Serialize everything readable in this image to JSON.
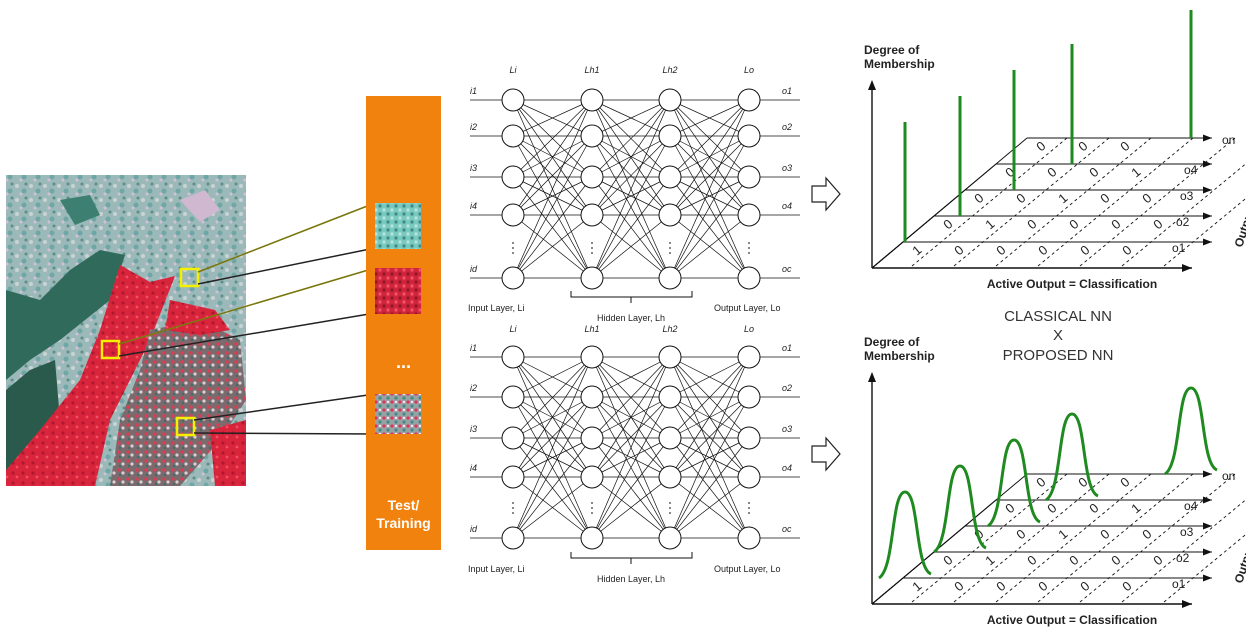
{
  "panel": {
    "label_line1": "Test/",
    "label_line2": "Training",
    "dots": "..."
  },
  "networks": [
    {
      "id": "classical",
      "inputs": [
        "i1",
        "i2",
        "i3",
        "i4",
        "",
        "id"
      ],
      "outputs": [
        "o1",
        "o2",
        "o3",
        "o4",
        "",
        "oc"
      ],
      "layer_labels": [
        "Li",
        "Lh1",
        "Lh2",
        "Lo"
      ],
      "input_layer_label": "Input Layer, Li",
      "hidden_layer_label": "Hidden Layer, Lh",
      "output_layer_label": "Output Layer, Lo"
    },
    {
      "id": "proposed",
      "inputs": [
        "i1",
        "i2",
        "i3",
        "i4",
        "",
        "id"
      ],
      "outputs": [
        "o1",
        "o2",
        "o3",
        "o4",
        "",
        "oc"
      ],
      "layer_labels": [
        "Li",
        "Lh1",
        "Lh2",
        "Lo"
      ],
      "input_layer_label": "Input Layer, Li",
      "hidden_layer_label": "Hidden Layer, Lh",
      "output_layer_label": "Output Layer, Lo"
    }
  ],
  "comparison": {
    "line1": "CLASSICAL NN",
    "line2": "X",
    "line3": "PROPOSED NN"
  },
  "plots": [
    {
      "id": "classical",
      "y_label_line1": "Degree of",
      "y_label_line2": "Membership",
      "x_label": "Active Output = Classification",
      "z_label": "Output of the NN",
      "outputs": [
        "o1",
        "o2",
        "o3",
        "o4",
        "on"
      ],
      "row_values": [
        [
          "1",
          "0",
          "0",
          "0",
          "0",
          "0",
          "0"
        ],
        [
          "0",
          "1",
          "0",
          "0",
          "0",
          "0",
          "0"
        ],
        [
          "0",
          "0",
          "1",
          "0",
          "0",
          "0",
          "0"
        ],
        [
          "0",
          "0",
          "0",
          "1",
          "0",
          "0",
          "0"
        ],
        [
          "0",
          "0",
          "0",
          "0",
          "0",
          "0",
          "1"
        ]
      ]
    },
    {
      "id": "proposed",
      "y_label_line1": "Degree of",
      "y_label_line2": "Membership",
      "x_label": "Active Output = Classification",
      "z_label": "Output of the NN",
      "outputs": [
        "o1",
        "o2",
        "o3",
        "o4",
        "on"
      ],
      "row_values": [
        [
          "1",
          "0",
          "0",
          "0",
          "0",
          "0",
          "0"
        ],
        [
          "0",
          "1",
          "0",
          "0",
          "0",
          "0",
          "0"
        ],
        [
          "0",
          "0",
          "1",
          "0",
          "0",
          "0",
          "0"
        ],
        [
          "0",
          "0",
          "0",
          "1",
          "0",
          "0",
          "0"
        ],
        [
          "0",
          "0",
          "0",
          "0",
          "0",
          "0",
          "1"
        ]
      ]
    }
  ],
  "colors": {
    "panel_orange": "#f2820e",
    "highlight_yellow": "#f5f000",
    "bar_green": "#1f8a1f",
    "vegetation_red": "#d8253c",
    "vegetation_cyan": "#7fd0c8"
  }
}
